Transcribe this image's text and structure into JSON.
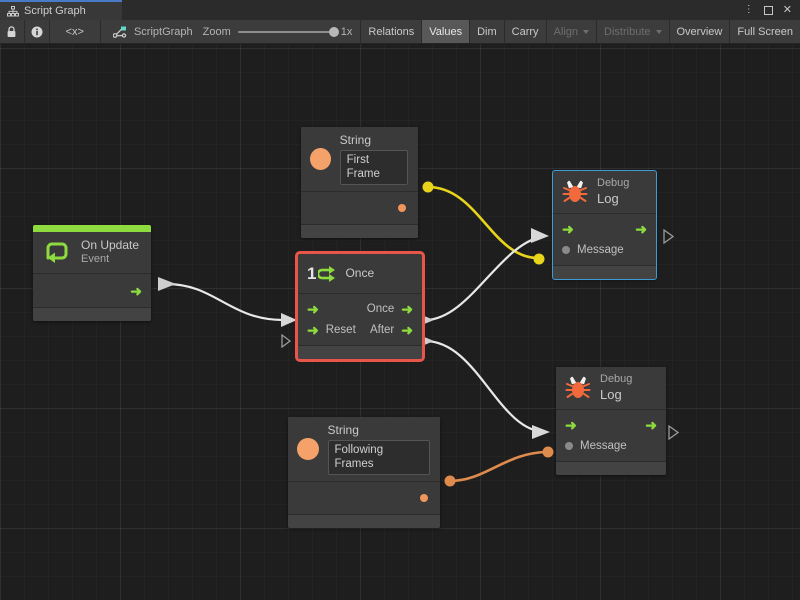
{
  "window": {
    "tab_title": "Script Graph",
    "tab_icon": "sitemap-icon",
    "controls": {
      "menu": "⋮",
      "maximize": "maximize-icon",
      "close": "✕"
    }
  },
  "toolbar": {
    "lock_icon": "lock-icon",
    "info_icon": "info-icon",
    "code_icon": "<x>",
    "graph_icon": "script-graph-icon",
    "graph_name": "ScriptGraph",
    "zoom_label": "Zoom",
    "zoom_value": "1x",
    "zoom_percent": 100,
    "buttons": [
      {
        "label": "Relations",
        "state": "normal",
        "dropdown": false
      },
      {
        "label": "Values",
        "state": "active",
        "dropdown": false
      },
      {
        "label": "Dim",
        "state": "normal",
        "dropdown": false
      },
      {
        "label": "Carry",
        "state": "normal",
        "dropdown": false
      },
      {
        "label": "Align",
        "state": "disabled",
        "dropdown": true
      },
      {
        "label": "Distribute",
        "state": "disabled",
        "dropdown": true
      },
      {
        "label": "Overview",
        "state": "normal",
        "dropdown": false
      },
      {
        "label": "Full Screen",
        "state": "normal",
        "dropdown": false
      }
    ]
  },
  "colors": {
    "accent_green": "#8ddb3f",
    "accent_orange": "#f0955c",
    "wire_yellow": "#e8d41a",
    "wire_white": "#e8e8e8",
    "wire_orange": "#e08b4e",
    "selection_red": "#e8564a",
    "hover_blue": "#3f9bd4",
    "canvas_bg": "#1e1e1e",
    "node_bg": "#3a3a3a"
  },
  "graph": {
    "nodes": [
      {
        "id": "on-update",
        "title": "On Update",
        "subtitle": "Event",
        "icon": "event-loop-icon",
        "accent": "#8ddb3f",
        "selected": false,
        "hovered": false,
        "outputs": [
          {
            "label": "",
            "type": "flow"
          }
        ],
        "inputs": []
      },
      {
        "id": "string-first-frame",
        "title": "String",
        "subtitle": "",
        "icon": "string-circle-icon",
        "value": "First Frame",
        "selected": false,
        "hovered": false,
        "outputs": [
          {
            "label": "",
            "type": "value"
          }
        ]
      },
      {
        "id": "once",
        "title": "Once",
        "subtitle": "",
        "icon": "once-counter-icon",
        "icon_number": "1",
        "selected": true,
        "hovered": false,
        "inputs": [
          {
            "label": "",
            "type": "flow"
          },
          {
            "label": "Reset",
            "type": "flow"
          }
        ],
        "outputs": [
          {
            "label": "Once",
            "type": "flow"
          },
          {
            "label": "After",
            "type": "flow"
          }
        ]
      },
      {
        "id": "debug-log-1",
        "title": "Debug",
        "subtitle": "Log",
        "icon": "bug-icon",
        "selected": false,
        "hovered": true,
        "inputs": [
          {
            "label": "",
            "type": "flow"
          },
          {
            "label": "Message",
            "type": "value"
          }
        ],
        "outputs": [
          {
            "label": "",
            "type": "flow"
          }
        ]
      },
      {
        "id": "string-following-frames",
        "title": "String",
        "subtitle": "",
        "icon": "string-circle-icon",
        "value": "Following Frames",
        "selected": false,
        "hovered": false,
        "outputs": [
          {
            "label": "",
            "type": "value"
          }
        ]
      },
      {
        "id": "debug-log-2",
        "title": "Debug",
        "subtitle": "Log",
        "icon": "bug-icon",
        "selected": false,
        "hovered": false,
        "inputs": [
          {
            "label": "",
            "type": "flow"
          },
          {
            "label": "Message",
            "type": "value"
          }
        ],
        "outputs": [
          {
            "label": "",
            "type": "flow"
          }
        ]
      }
    ],
    "connections": [
      {
        "from": "on-update.flow-out",
        "to": "once.flow-in",
        "color": "#e8e8e8",
        "kind": "flow"
      },
      {
        "from": "string-first-frame.value-out",
        "to": "debug-log-1.message",
        "color": "#e8d41a",
        "kind": "value"
      },
      {
        "from": "once.once-out",
        "to": "debug-log-1.flow-in",
        "color": "#e8e8e8",
        "kind": "flow"
      },
      {
        "from": "once.after-out",
        "to": "debug-log-2.flow-in",
        "color": "#e8e8e8",
        "kind": "flow"
      },
      {
        "from": "string-following-frames.value-out",
        "to": "debug-log-2.message",
        "color": "#e08b4e",
        "kind": "value"
      }
    ]
  }
}
